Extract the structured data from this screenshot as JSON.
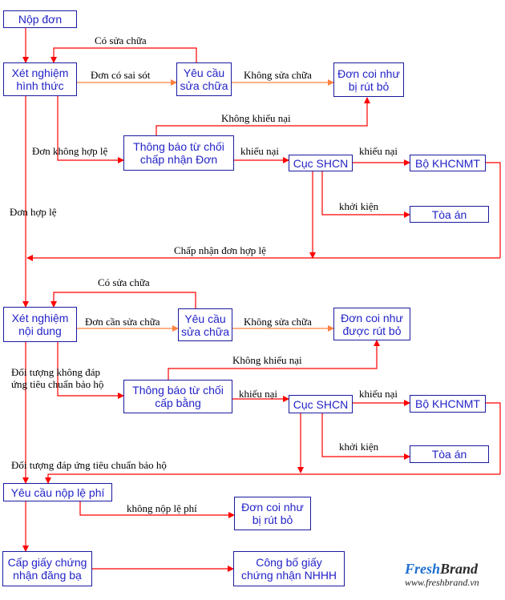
{
  "boxes": {
    "nop_don": "Nộp đơn",
    "xet_nghiem_hinh_thuc": "Xét nghiệm\nhình thức",
    "yeu_cau_sua_chua_1": "Yêu cầu\nsửa chữa",
    "don_coi_nhu_rut_bo_1": "Đơn coi như\nbị rút bỏ",
    "thong_bao_tu_choi_don": "Thông báo từ chối\nchấp nhận Đơn",
    "cuc_shcn_1": "Cục SHCN",
    "bo_khcnmt_1": "Bộ KHCNMT",
    "toa_an_1": "Tòa án",
    "xet_nghiem_noi_dung": "Xét nghiệm\nnội dung",
    "yeu_cau_sua_chua_2": "Yêu cầu\nsửa chữa",
    "don_coi_nhu_rut_bo_2": "Đơn coi như\nđược rút bỏ",
    "thong_bao_tu_choi_bang": "Thông báo từ chối\ncấp bằng",
    "cuc_shcn_2": "Cục SHCN",
    "bo_khcnmt_2": "Bộ KHCNMT",
    "toa_an_2": "Tòa án",
    "yeu_cau_nop_le_phi": "Yêu cầu nộp lệ phí",
    "don_coi_nhu_rut_bo_3": "Đơn coi như\nbị rút bỏ",
    "cap_giay_chung_nhan": "Cấp giấy chứng\nnhận đăng bạ",
    "cong_bo_giay": "Công bố giấy\nchứng nhận NHHH"
  },
  "labels": {
    "co_sua_chua_1": "Có sửa chữa",
    "don_co_sai_sot": "Đơn có sai sót",
    "khong_sua_chua_1": "Không sửa chữa",
    "khong_khieu_nai_1": "Không khiếu nại",
    "don_khong_hop_le": "Đơn không hợp lệ",
    "khieu_nai_1": "khiếu nại",
    "khieu_nai_2": "khiếu nại",
    "khoi_kien_1": "khởi kiện",
    "don_hop_le": "Đơn hợp lệ",
    "chap_nhan_don_hop_le": "Chấp nhận đơn hợp lệ",
    "co_sua_chua_2": "Có sửa chữa",
    "don_can_sua_chua": "Đơn cần sửa chữa",
    "khong_sua_chua_2": "Không sửa chữa",
    "khong_khieu_nai_2": "Không khiếu nại",
    "doi_tuong_khong_dap_ung": "Đối tượng không đáp\nứng tiêu chuẩn bảo hộ",
    "khieu_nai_3": "khiếu nại",
    "khieu_nai_4": "khiếu nại",
    "khoi_kien_2": "khởi kiện",
    "doi_tuong_dap_ung": "Đối tượng đáp ứng tiêu chuẩn bảo hộ",
    "khong_nop_le_phi": "không nộp lệ phí"
  },
  "logo": {
    "fresh": "Fresh",
    "brand": "Brand",
    "url": "www.freshbrand.vn"
  },
  "colors": {
    "red": "#ff0000",
    "orange": "#ff8040",
    "box_border": "#1a1aa0",
    "box_text": "#2323c8"
  }
}
